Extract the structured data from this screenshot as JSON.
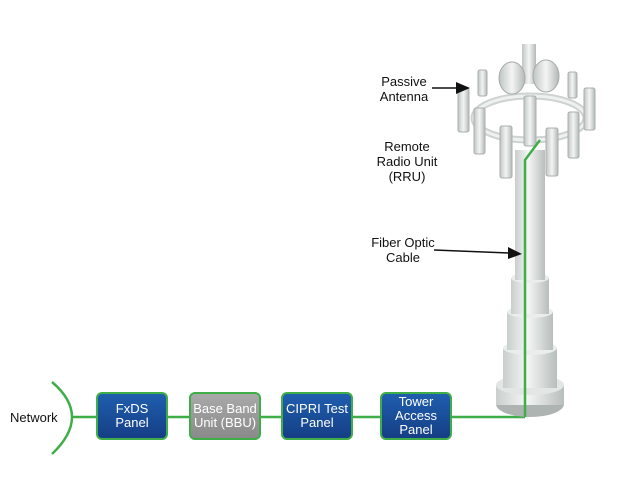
{
  "network": {
    "label": "Network"
  },
  "boxes": [
    {
      "lines": [
        "FxDS Panel"
      ],
      "style": "blue"
    },
    {
      "lines": [
        "Base Band",
        "Unit (BBU)"
      ],
      "style": "gray"
    },
    {
      "lines": [
        "CIPRI Test",
        "Panel"
      ],
      "style": "blue"
    },
    {
      "lines": [
        "Tower",
        "Access",
        "Panel"
      ],
      "style": "blue"
    }
  ],
  "tower_labels": {
    "passive_antenna": [
      "Passive",
      "Antenna"
    ],
    "rru": [
      "Remote",
      "Radio Unit",
      "(RRU)"
    ],
    "fiber": [
      "Fiber Optic",
      "Cable"
    ]
  },
  "colors": {
    "fiber_green": "#3fae49",
    "panel_blue": "#1a4f9c",
    "panel_gray": "#999999",
    "tower_body": "#e6ebe9"
  }
}
